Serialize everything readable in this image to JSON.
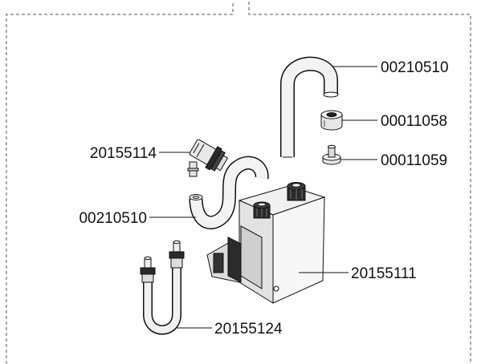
{
  "parts": [
    {
      "id": "p1",
      "number": "00210510",
      "part": "hose-upper"
    },
    {
      "id": "p2",
      "number": "00011058",
      "part": "seal-ring"
    },
    {
      "id": "p3",
      "number": "00011059",
      "part": "screw"
    },
    {
      "id": "p4",
      "number": "20155114",
      "part": "valve-connector"
    },
    {
      "id": "p5",
      "number": "00210510",
      "part": "hose-middle"
    },
    {
      "id": "p6",
      "number": "20155111",
      "part": "pump-block"
    },
    {
      "id": "p7",
      "number": "20155124",
      "part": "hose-u-pipe"
    }
  ],
  "colors": {
    "line": "#111111",
    "fill_light": "#f2f2f2",
    "fill_mid": "#d9d9d9",
    "fill_dark": "#2a2a2a",
    "border": "#555555"
  }
}
